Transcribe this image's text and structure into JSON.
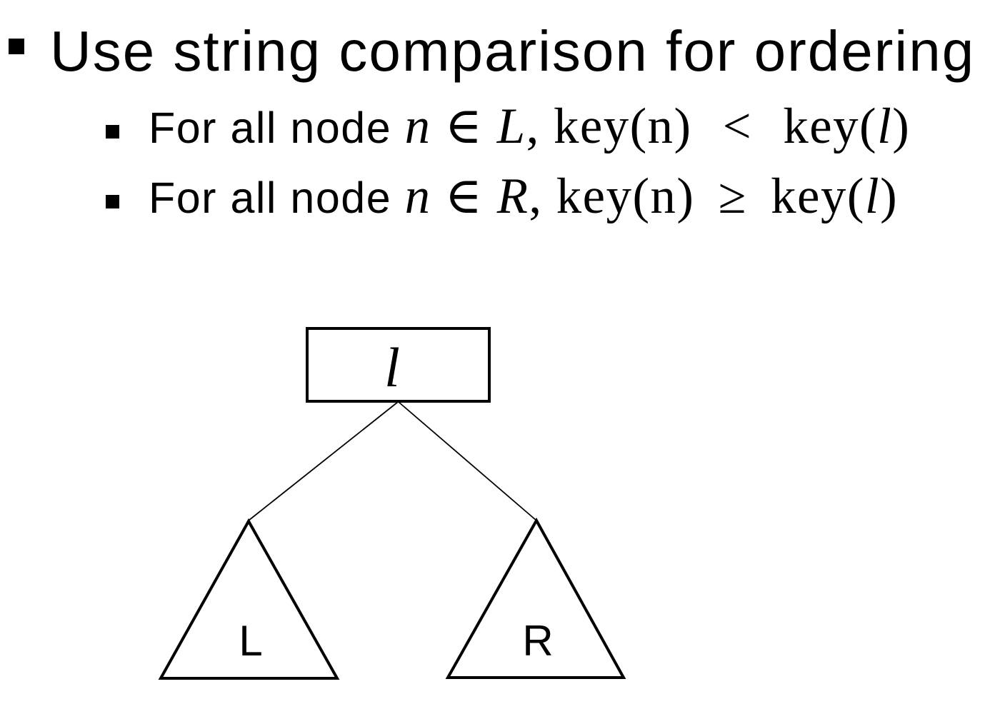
{
  "slide": {
    "background_color": "#ffffff",
    "ink_color": "#000000"
  },
  "main_bullet": {
    "marker": "▪",
    "text": "Use string comparison for ordering"
  },
  "sub_bullets": [
    {
      "marker": "▪",
      "prefix": "For all node ",
      "var_n": "n",
      "element_of": " ∈ ",
      "set_name": "L",
      "key_of_n": ", key(n)",
      "operator": " < ",
      "key_open": "key(",
      "var_l": "l",
      "key_close": ")"
    },
    {
      "marker": "▪",
      "prefix": "For all node ",
      "var_n": "n",
      "element_of": " ∈ ",
      "set_name": "R",
      "key_of_n": ", key(n)",
      "operator": " ≥ ",
      "key_open": "key(",
      "var_l": "l",
      "key_close": ")"
    }
  ],
  "diagram": {
    "root_label": "l",
    "left_subtree_label": "L",
    "right_subtree_label": "R",
    "stroke_color": "#000000",
    "fill_color": "#ffffff"
  }
}
